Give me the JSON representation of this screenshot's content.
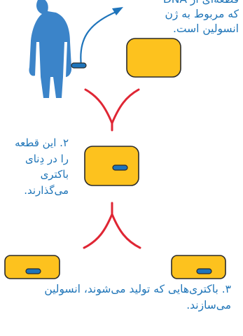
{
  "caption_1": "قطعه‌ای از DNA که مربوط به ژن انسولین است.",
  "caption_2": "۲. این قطعه را در دِنای باکتری می‌گذارند.",
  "caption_3": "۳. باکتری‌هایی که تولید می‌شوند، انسولین می‌سازند.",
  "colors": {
    "text": "#1f75b8",
    "bacteria_fill": "#fdc21e",
    "bacteria_outline": "#2a2a2a",
    "dna_fill": "#1e74bb",
    "human_silhouette": "#3b84c9",
    "division_arrows": "#df2634"
  }
}
